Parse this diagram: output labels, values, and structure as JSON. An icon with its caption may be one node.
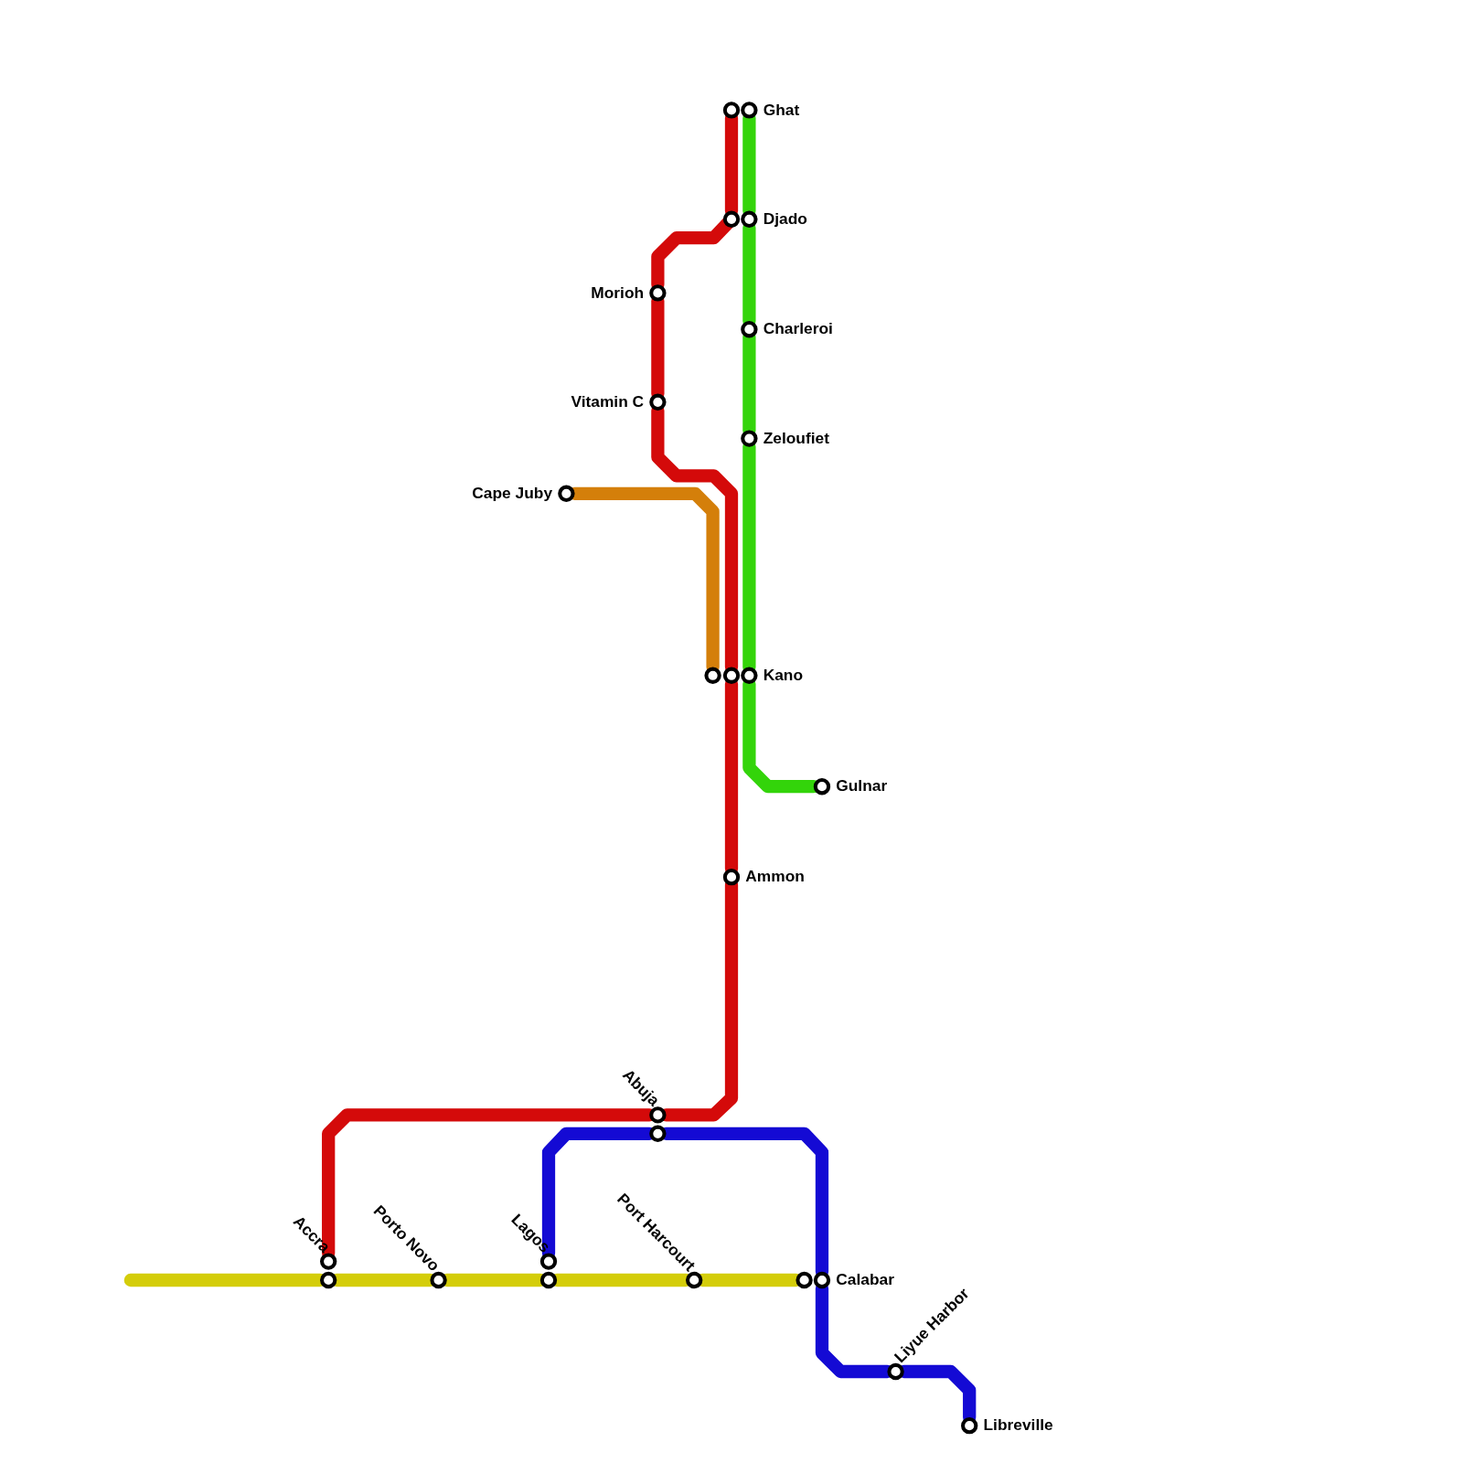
{
  "diagram": {
    "nodes": [
      {
        "text": [],
        "shape": "circle"
      },
      {
        "text": [
          "Ghat"
        ]
      },
      {
        "text": [],
        "shape": "circle"
      },
      {
        "text": [
          "Djado"
        ]
      },
      {
        "text": [
          "Morioh"
        ]
      },
      {
        "text": [
          "Charleroi"
        ]
      },
      {
        "text": [
          "Vitamin C"
        ]
      },
      {
        "text": [
          "Zeloufiet"
        ]
      },
      {
        "text": [
          "Cape Juby"
        ]
      },
      {
        "text": [],
        "shape": "circle"
      },
      {
        "text": [],
        "shape": "circle"
      },
      {
        "text": [
          "Kano"
        ]
      },
      {
        "text": [
          "Gulnar"
        ]
      },
      {
        "text": [
          "Ammon"
        ]
      },
      {
        "text": [
          "Abuja"
        ]
      },
      {
        "text": [],
        "shape": "circle"
      },
      {
        "text": [
          "Accra"
        ]
      },
      {
        "text": [
          "Lagos"
        ]
      },
      {
        "text": [],
        "shape": "circle"
      },
      {
        "text": [
          "Porto Novo"
        ]
      },
      {
        "text": [],
        "shape": "circle"
      },
      {
        "text": [
          "Port Harcourt"
        ]
      },
      {
        "text": [],
        "shape": "circle"
      },
      {
        "text": [
          "Calabar"
        ]
      },
      {
        "text": [
          "Liyue Harbor"
        ]
      },
      {
        "text": [
          "Libreville"
        ]
      }
    ],
    "edges": [
      {
        "from": 0,
        "to": 2,
        "arrow": "none",
        "color": "#d40a0a"
      },
      {
        "from": 2,
        "to": 4,
        "arrow": "none",
        "color": "#d40a0a"
      },
      {
        "from": 4,
        "to": 6,
        "arrow": "none",
        "color": "#d40a0a"
      },
      {
        "from": 6,
        "to": 10,
        "arrow": "none",
        "color": "#d40a0a"
      },
      {
        "from": 10,
        "to": 13,
        "arrow": "none",
        "color": "#d40a0a"
      },
      {
        "from": 13,
        "to": 14,
        "arrow": "none",
        "color": "#d40a0a"
      },
      {
        "from": 14,
        "to": 16,
        "arrow": "none",
        "color": "#d40a0a"
      },
      {
        "from": 1,
        "to": 3,
        "arrow": "none",
        "color": "#33d40a"
      },
      {
        "from": 3,
        "to": 5,
        "arrow": "none",
        "color": "#33d40a"
      },
      {
        "from": 5,
        "to": 7,
        "arrow": "none",
        "color": "#33d40a"
      },
      {
        "from": 7,
        "to": 11,
        "arrow": "none",
        "color": "#33d40a"
      },
      {
        "from": 11,
        "to": 12,
        "arrow": "none",
        "color": "#33d40a"
      },
      {
        "from": 8,
        "to": 9,
        "arrow": "none",
        "color": "#d47f0a"
      },
      {
        "from": 17,
        "to": 15,
        "arrow": "none",
        "color": "#140ad4"
      },
      {
        "from": 15,
        "to": 23,
        "arrow": "none",
        "color": "#140ad4"
      },
      {
        "from": 23,
        "to": 24,
        "arrow": "none",
        "color": "#140ad4"
      },
      {
        "from": 24,
        "to": 25,
        "arrow": "none",
        "color": "#140ad4"
      },
      {
        "from": null,
        "to": 18,
        "arrow": "none",
        "color": "#d4cd0a"
      },
      {
        "from": 18,
        "to": 19,
        "arrow": "none",
        "color": "#d4cd0a"
      },
      {
        "from": 19,
        "to": 20,
        "arrow": "none",
        "color": "#d4cd0a"
      },
      {
        "from": 20,
        "to": 21,
        "arrow": "none",
        "color": "#d4cd0a"
      },
      {
        "from": 21,
        "to": 22,
        "arrow": "none",
        "color": "#d4cd0a"
      }
    ]
  }
}
